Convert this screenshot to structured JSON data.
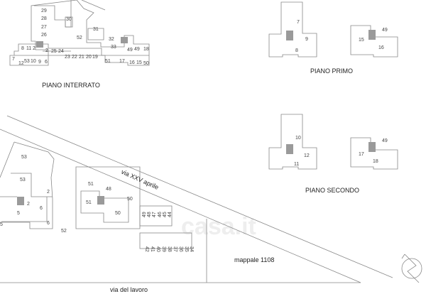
{
  "titles": {
    "interrato": "PIANO INTERRATO",
    "primo": "PIANO PRIMO",
    "secondo": "PIANO SECONDO"
  },
  "streets": {
    "xxv_aprile": "via XXV aprile",
    "lavoro": "via del lavoro",
    "mappale": "mappale 1108"
  },
  "watermark": "casa.it",
  "interrato_labels": [
    "29",
    "28",
    "27",
    "26",
    "30",
    "52",
    "31",
    "32",
    "33",
    "8",
    "11",
    "2",
    "2",
    "25",
    "24",
    "23",
    "22",
    "21",
    "20",
    "19",
    "7",
    "12",
    "53",
    "10",
    "9",
    "6",
    "51",
    "17",
    "16",
    "15",
    "50",
    "49",
    "49",
    "18"
  ],
  "primo_labels": [
    "7",
    "9",
    "8",
    "49",
    "15",
    "16"
  ],
  "secondo_labels": [
    "10",
    "12",
    "11",
    "49",
    "17",
    "18"
  ],
  "site_labels": [
    "53",
    "53",
    "2",
    "2",
    "5",
    "6",
    "6",
    "5",
    "52",
    "51",
    "51",
    "48",
    "50",
    "50"
  ],
  "parking_top": [
    "49",
    "48",
    "47",
    "46",
    "45",
    "44"
  ],
  "parking_bottom": [
    "42",
    "41",
    "40",
    "39",
    "38",
    "37",
    "36",
    "35",
    "34"
  ]
}
